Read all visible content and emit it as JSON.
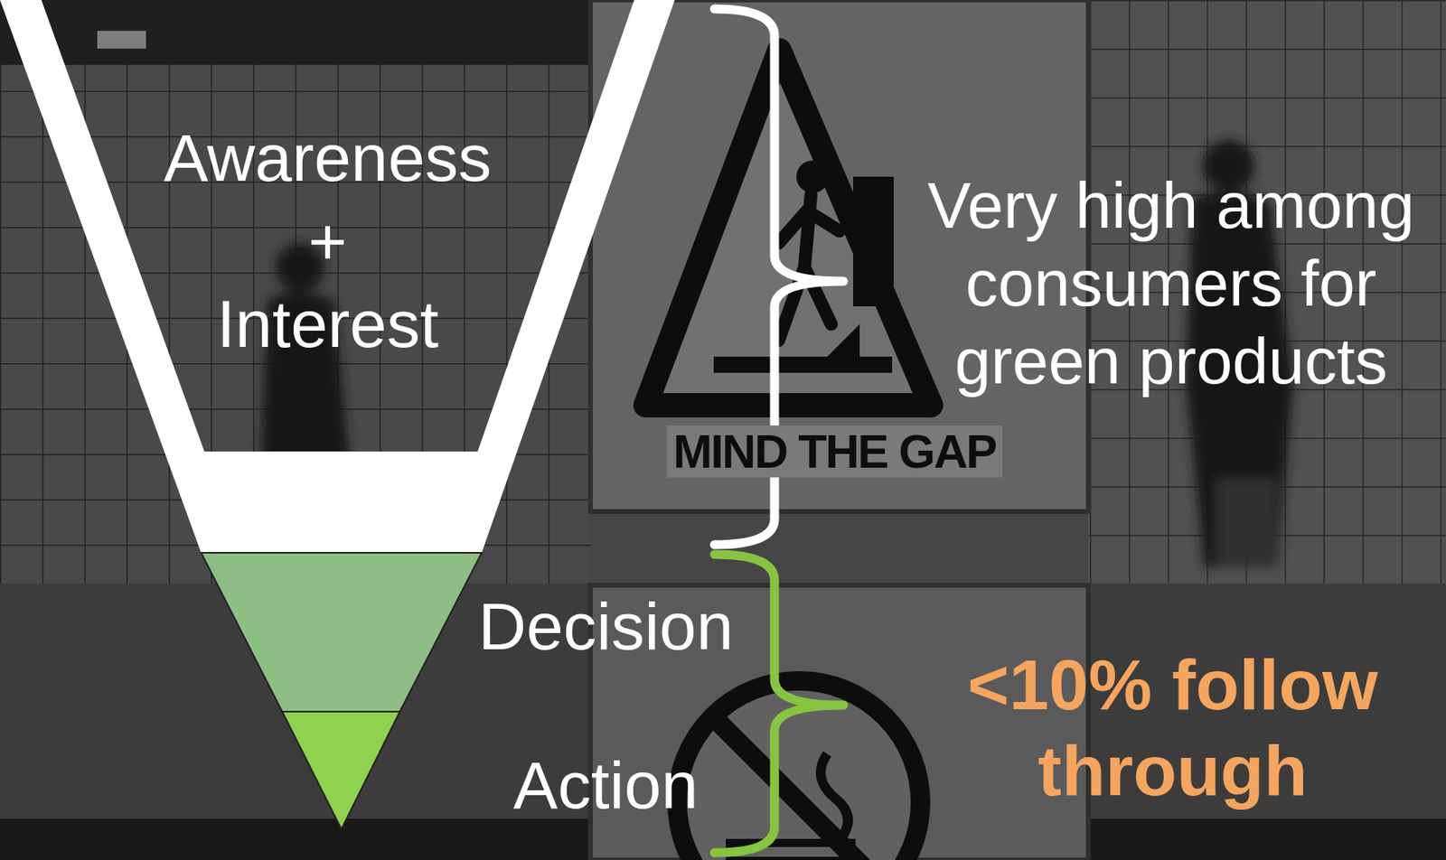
{
  "diagram": {
    "nodes": [
      {
        "text": [
          "Awareness + Interest"
        ]
      },
      {
        "text": [
          "Decision"
        ]
      },
      {
        "text": [
          "Action"
        ]
      }
    ],
    "labels": [
      "Very high among consumers for green products",
      "<10% follow through",
      "MIND THE GAP"
    ]
  }
}
